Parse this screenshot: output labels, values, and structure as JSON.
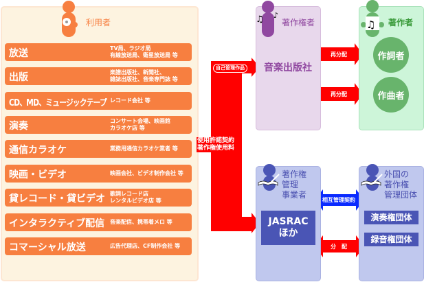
{
  "users": {
    "title": "利用者",
    "rows": [
      {
        "main": "放送",
        "sub": "TV局、ラジオ局\n有線放送局、衛星放送局 等"
      },
      {
        "main": "出版",
        "sub": "楽譜出版社、新聞社、\n雑誌出版社、音楽専門誌 等"
      },
      {
        "main": "CD、MD、ミュージックテープ",
        "sub": "レコード会社 等"
      },
      {
        "main": "演奏",
        "sub": "コンサート会場、映画館\nカラオケ店 等"
      },
      {
        "main": "通信カラオケ",
        "sub": "業務用通信カラオケ業者 等"
      },
      {
        "main": "映画・ビデオ",
        "sub": "映画会社、ビデオ制作会社 等"
      },
      {
        "main": "貸レコード・貸ビデオ",
        "sub": "歌詞レコード店\nレンタルビデオ店 等"
      },
      {
        "main": "インタラクティブ配信",
        "sub": "音楽配信、携帯着メロ 等"
      },
      {
        "main": "コマーシャル放送",
        "sub": "広告代理店、CF制作会社 等"
      }
    ]
  },
  "flow": {
    "license": "使用許諾契約\n著作権使用料",
    "self_managed": "自己管理作品",
    "redistribute": "再分配",
    "mutual": "相互管理契約",
    "distribute": "分　配"
  },
  "publisher": {
    "title": "著作権者",
    "name": "音楽出版社"
  },
  "author": {
    "title": "著作者",
    "lyricist": "作詞者",
    "composer": "作曲者"
  },
  "society": {
    "title": "著作権\n管理\n事業者",
    "name": "JASRAC\nほか"
  },
  "foreign": {
    "title": "外国の\n著作権\n管理団体",
    "performing": "演奏権団体",
    "recording": "録音権団体"
  },
  "colors": {
    "orange": "#f77f40",
    "red": "#ff0000",
    "blue": "#0a2aff",
    "purple": "#9048a0",
    "green": "#3a9a3a",
    "navy": "#4a55b5"
  }
}
